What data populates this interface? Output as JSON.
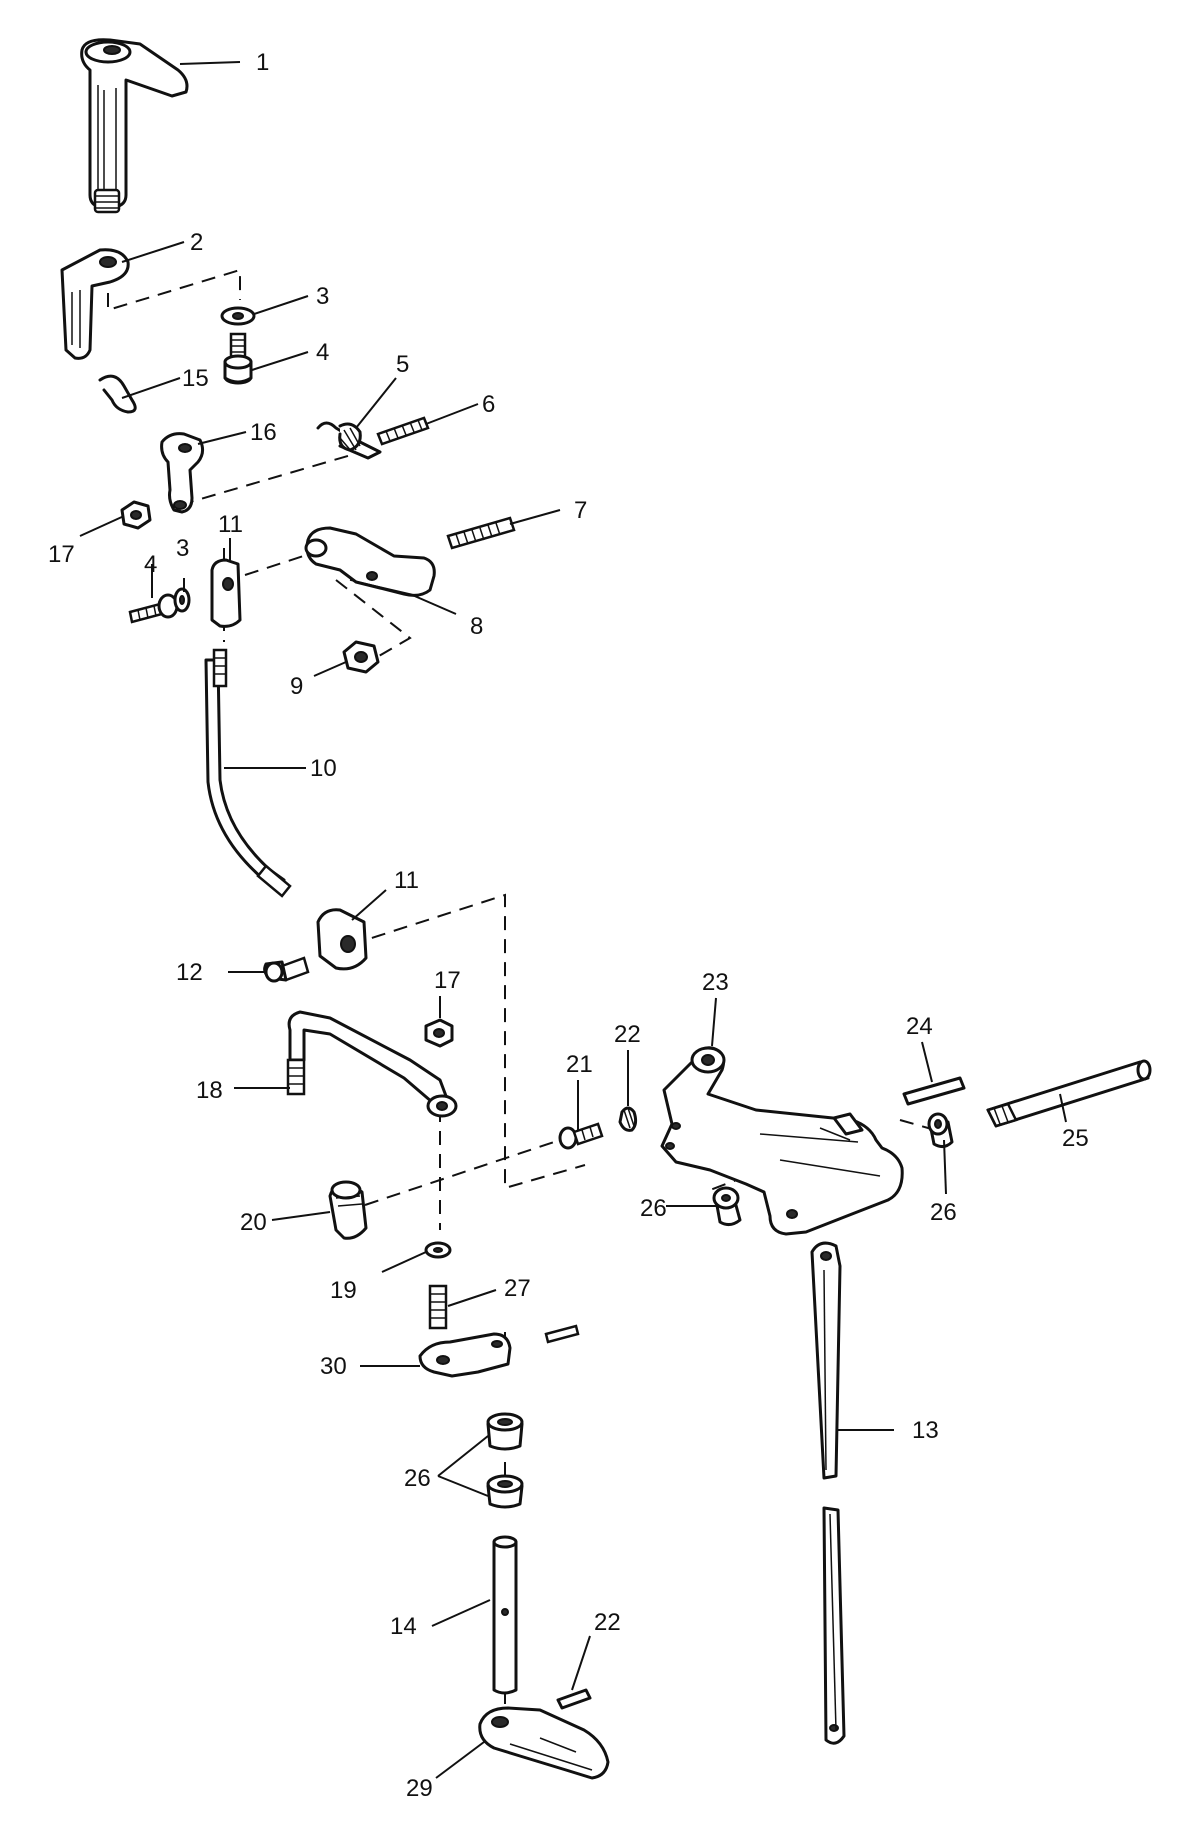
{
  "callouts": {
    "c1": "1",
    "c2": "2",
    "c3a": "3",
    "c4a": "4",
    "c15": "15",
    "c5": "5",
    "c6": "6",
    "c16": "16",
    "c7": "7",
    "c17a": "17",
    "c4b": "4",
    "c3b": "3",
    "c11a": "11",
    "c8": "8",
    "c9": "9",
    "c10": "10",
    "c11b": "11",
    "c12": "12",
    "c17b": "17",
    "c23": "23",
    "c24": "24",
    "c22a": "22",
    "c21": "21",
    "c18": "18",
    "c25": "25",
    "c26a": "26",
    "c26b": "26",
    "c20": "20",
    "c19": "19",
    "c27": "27",
    "c30": "30",
    "c13": "13",
    "c26c": "26",
    "c14": "14",
    "c22b": "22",
    "c29": "29"
  }
}
